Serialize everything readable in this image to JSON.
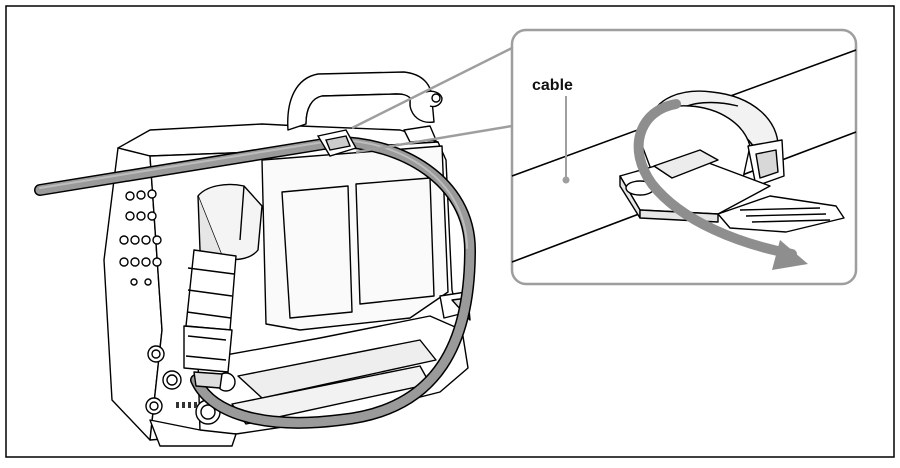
{
  "figure": {
    "callout_label": "cable",
    "colors": {
      "line": "#000000",
      "cable_fill": "#9a9a9a",
      "cable_light": "#bdbdbd",
      "frame_stroke": "#9e9e9e",
      "arrow_fill": "#8e8e8e",
      "body_fill": "#ffffff"
    },
    "elements": [
      "camera-body",
      "cable",
      "connector-plug",
      "handle",
      "zoom-inset",
      "cable-clamp",
      "rotation-arrow"
    ]
  }
}
